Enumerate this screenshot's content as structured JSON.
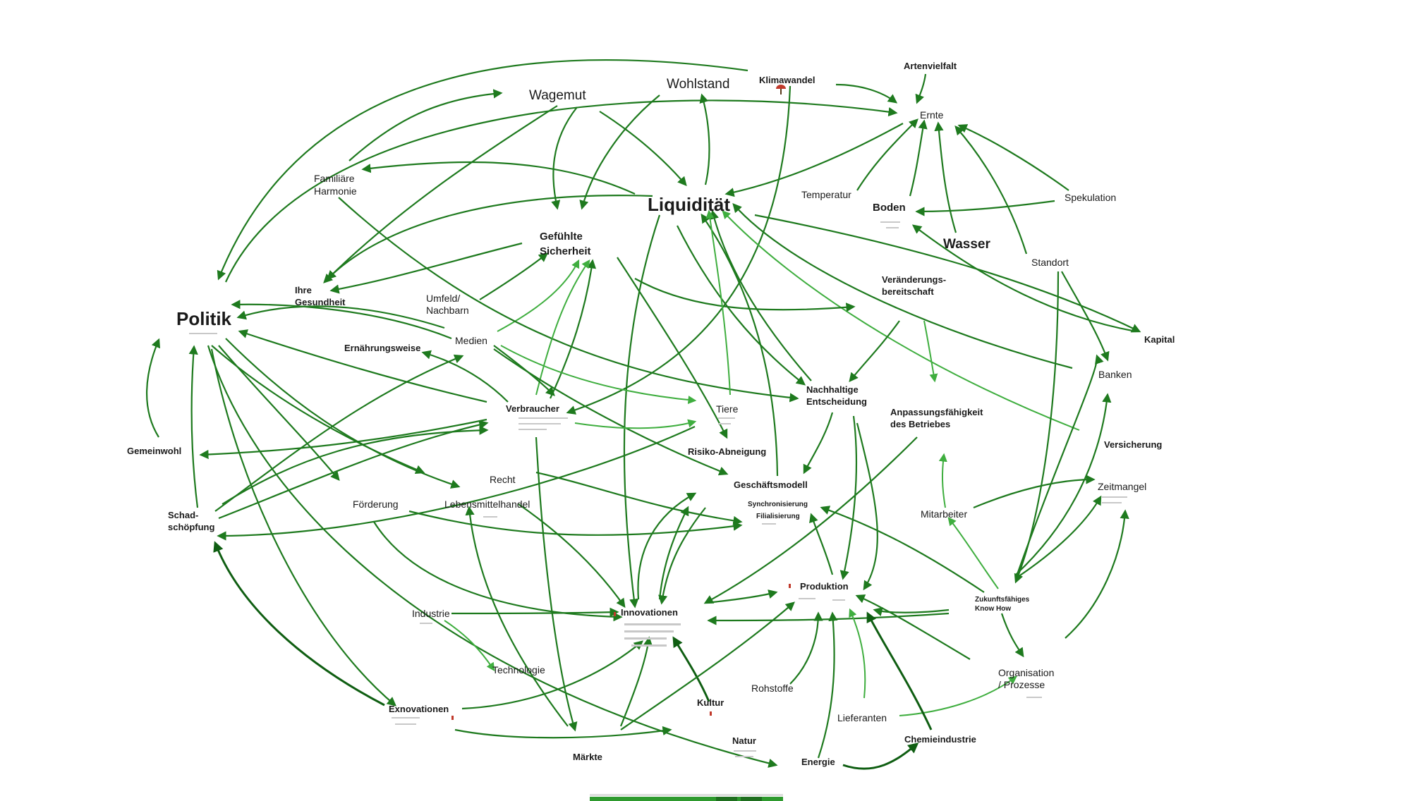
{
  "colors": {
    "edge": "#1e7a1e",
    "edge_light": "#3fae3f",
    "edge_dark": "#0f5e12",
    "legend_bar": "#2e9a2e",
    "legend_bar_dark": "#1f6f1f",
    "icon_red": "#c0392b"
  },
  "nodes": {
    "politik": "Politik",
    "liquiditaet": "Liquidität",
    "wagemut": "Wagemut",
    "wohlstand": "Wohlstand",
    "klimawandel": "Klimawandel",
    "artenvielfalt": "Artenvielfalt",
    "ernte": "Ernte",
    "familiaere_harmonie": [
      "Familiäre",
      "Harmonie"
    ],
    "temperatur": "Temperatur",
    "boden": "Boden",
    "spekulation": "Spekulation",
    "wasser": "Wasser",
    "gefuehlte_sicherheit": [
      "Gefühlte",
      "Sicherheit"
    ],
    "standort": "Standort",
    "ihre_gesundheit": [
      "Ihre",
      "Gesundheit"
    ],
    "umfeld_nachbarn": [
      "Umfeld/",
      "Nachbarn"
    ],
    "veraenderungsbereitschaft": [
      "Veränderungs-",
      "bereitschaft"
    ],
    "kapital": "Kapital",
    "medien": "Medien",
    "ernaehrungsweise": "Ernährungsweise",
    "banken": "Banken",
    "nachhaltige_entscheidung": [
      "Nachhaltige",
      "Entscheidung"
    ],
    "tiere": "Tiere",
    "verbraucher": "Verbraucher",
    "anpassungsfaehigkeit": [
      "Anpassungsfähigkeit",
      "des Betriebes"
    ],
    "gemeinwohl": "Gemeinwohl",
    "risiko_abneigung": "Risiko-Abneigung",
    "versicherung": "Versicherung",
    "recht": "Recht",
    "geschaeftsmodell": "Geschäftsmodell",
    "synchronisierung": "Synchronisierung",
    "filialisierung": "Filialisierung",
    "zeitmangel": "Zeitmangel",
    "schadschoepfung": [
      "Schad-",
      "schöpfung"
    ],
    "foerderung": "Förderung",
    "lebensmittelhandel": "Lebensmittelhandel",
    "mitarbeiter": "Mitarbeiter",
    "produktion": "Produktion",
    "zukunftsfaehiges_knowhow": [
      "Zukunftsfähiges",
      "Know How"
    ],
    "industrie": "Industrie",
    "innovationen": "Innovationen",
    "technologie": "Technologie",
    "organisation_prozesse": [
      "Organisation",
      "/ Prozesse"
    ],
    "rohstoffe": "Rohstoffe",
    "exnovationen": "Exnovationen",
    "kultur": "Kultur",
    "lieferanten": "Lieferanten",
    "natur": "Natur",
    "chemieindustrie": "Chemieindustrie",
    "maerkte": "Märkte",
    "energie": "Energie"
  }
}
